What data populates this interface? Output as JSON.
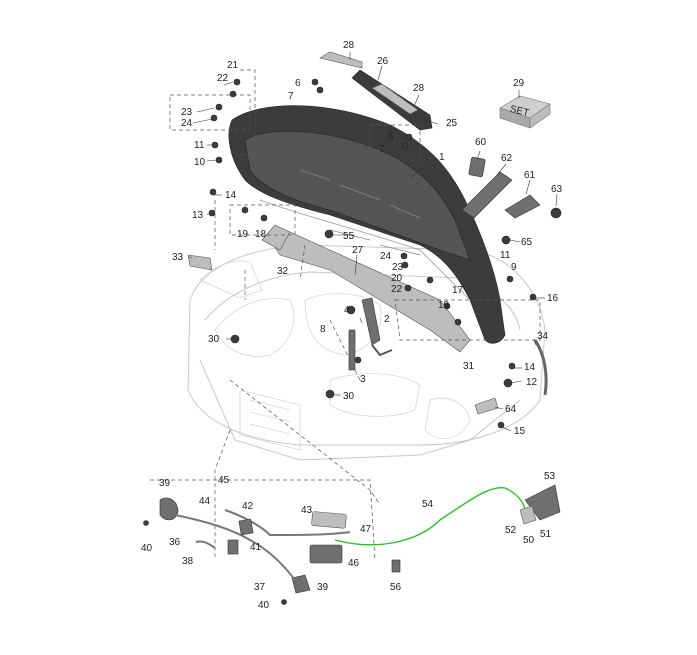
{
  "title": "",
  "set_label": "SET",
  "callout_numbers": [
    "1",
    "2",
    "3",
    "4",
    "5",
    "6",
    "7",
    "8",
    "9",
    "10",
    "11",
    "12",
    "13",
    "14",
    "15",
    "16",
    "17",
    "18",
    "19",
    "20",
    "21",
    "22",
    "23",
    "24",
    "25",
    "26",
    "27",
    "28",
    "29",
    "30",
    "31",
    "32",
    "33",
    "34",
    "36",
    "37",
    "38",
    "39",
    "40",
    "41",
    "42",
    "43",
    "44",
    "45",
    "46",
    "47",
    "50",
    "51",
    "52",
    "53",
    "54",
    "55",
    "56",
    "60",
    "61",
    "62",
    "63",
    "64",
    "65"
  ],
  "colors": {
    "background": "#ffffff",
    "part_dark": "#3c3c3c",
    "part_mid": "#6f6f6f",
    "part_light": "#bdbdbd",
    "ghost_car": "#c8c8c8",
    "cable_highlight": "#22c322",
    "label_text": "#222222"
  },
  "labels": {
    "l1": "1",
    "l2": "2",
    "l3": "3",
    "l4": "4",
    "l5": "5",
    "l6": "6",
    "l7a": "7",
    "l7b": "7",
    "l8": "8",
    "l9": "9",
    "l10": "10",
    "l11a": "11",
    "l11b": "11",
    "l12": "12",
    "l13": "13",
    "l14a": "14",
    "l14b": "14",
    "l15": "15",
    "l16": "16",
    "l17": "17",
    "l18": "18",
    "l19a": "19",
    "l19b": "19",
    "l20": "20",
    "l21": "21",
    "l22a": "22",
    "l22b": "22",
    "l23a": "23",
    "l23b": "23",
    "l24a": "24",
    "l24b": "24",
    "l25": "25",
    "l26": "26",
    "l27": "27",
    "l28a": "28",
    "l28b": "28",
    "l29": "29",
    "l30a": "30",
    "l30b": "30",
    "l31": "31",
    "l32": "32",
    "l33": "33",
    "l34": "34",
    "l36": "36",
    "l37": "37",
    "l38": "38",
    "l39a": "39",
    "l39b": "39",
    "l40a": "40",
    "l40b": "40",
    "l41": "41",
    "l42": "42",
    "l43": "43",
    "l44": "44",
    "l45": "45",
    "l46": "46",
    "l47": "47",
    "l50": "50",
    "l51": "51",
    "l52": "52",
    "l53": "53",
    "l54": "54",
    "l55": "55",
    "l56": "56",
    "l60": "60",
    "l61": "61",
    "l62": "62",
    "l63": "63",
    "l64": "64",
    "l65": "65"
  }
}
